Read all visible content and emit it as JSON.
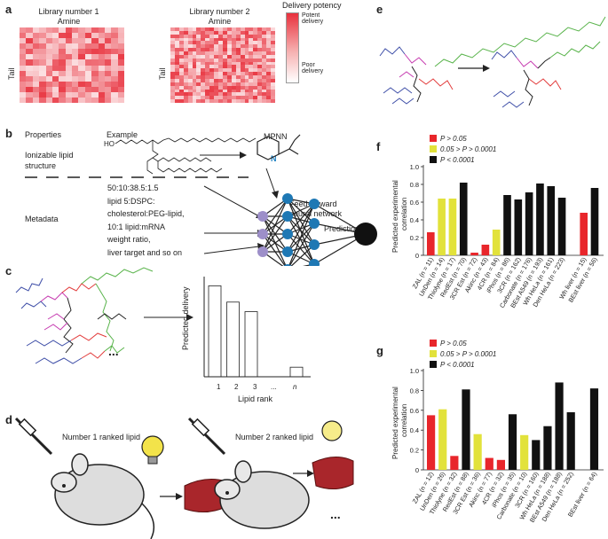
{
  "panels": {
    "a": "a",
    "b": "b",
    "c": "c",
    "d": "d",
    "e": "e",
    "f": "f",
    "g": "g"
  },
  "panel_a": {
    "lib1_title": "Library number 1",
    "lib1_sub": "Amine",
    "lib2_title": "Library number 2",
    "lib2_sub": "Amine",
    "tail_label": "Tail",
    "legend_title": "Delivery potency",
    "legend_high": "Potent delivery",
    "legend_low": "Poor delivery",
    "colors": {
      "high": "#e8313d",
      "low": "#ffffff"
    }
  },
  "panel_b": {
    "properties": "Properties",
    "example": "Example",
    "ionizable_line1": "Ionizable lipid",
    "ionizable_line2": "structure",
    "metadata": "Metadata",
    "meta_lines": [
      "50:10:38.5:1.5",
      "lipid 5:DSPC:",
      "cholesterol:PEG-lipid,",
      "10:1 lipid:mRNA",
      "weight ratio,",
      "liver target and so on"
    ],
    "mpnn": "MPNN",
    "ffnn_line1": "Feed-forward",
    "ffnn_line2": "neural network",
    "prediction": "Prediction",
    "nitrogen": "N",
    "hydroxyl": "HO"
  },
  "panel_c": {
    "ylabel": "Predicted delivery",
    "xlabel": "Lipid rank",
    "ticks": [
      "1",
      "2",
      "3",
      "...",
      "n"
    ],
    "ellipsis": "...",
    "chart_data": {
      "type": "bar",
      "categories": [
        "1",
        "2",
        "3",
        "...",
        "n"
      ],
      "values": [
        0.95,
        0.78,
        0.68,
        null,
        0.1
      ],
      "ylabel": "Predicted delivery",
      "xlabel": "Lipid rank"
    }
  },
  "panel_d": {
    "rank1": "Number 1 ranked lipid",
    "rank2": "Number 2 ranked lipid",
    "ellipsis": "..."
  },
  "panel_f": {
    "legend": [
      "P > 0.05",
      "0.05 > P > 0.0001",
      "P < 0.0001"
    ],
    "colors": {
      "red": "#e8262b",
      "yellow": "#e2e23b",
      "black": "#111111"
    },
    "ylabel_line1": "Predicted experimental",
    "ylabel_line2": "correlation",
    "yticks": [
      "0",
      "0.2",
      "0.4",
      "0.6",
      "0.8",
      "1.0"
    ],
    "chart_data": {
      "type": "bar",
      "ylim": [
        0,
        1.0
      ],
      "categories": [
        "ZAL (n = 11)",
        "UnDen (n = 14)",
        "Thiolyne (n = 17)",
        "RedEst (n = 70)",
        "3CR Est (n = 72)",
        "Akinc (n = 43)",
        "4CR (n = 84)",
        "iPhos (n = 86)",
        "3CR (n = 162)",
        "Carbonate (n = 176)",
        "BEst A549 (n = 193)",
        "Wh HeLa (n = 161)",
        "Den HeLa (n = 223)",
        "",
        "Wh liver (n = 15)",
        "BEst liver (n = 56)"
      ],
      "values": [
        0.26,
        0.64,
        0.64,
        0.82,
        0.03,
        0.12,
        0.29,
        0.68,
        0.63,
        0.71,
        0.81,
        0.78,
        0.65,
        null,
        0.48,
        0.76
      ],
      "colors": [
        "red",
        "yellow",
        "yellow",
        "black",
        "red",
        "red",
        "yellow",
        "black",
        "black",
        "black",
        "black",
        "black",
        "black",
        null,
        "red",
        "black"
      ]
    }
  },
  "panel_g": {
    "legend": [
      "P > 0.05",
      "0.05 > P > 0.0001",
      "P < 0.0001"
    ],
    "ylabel_line1": "Predicted experimental",
    "ylabel_line2": "correlation",
    "yticks": [
      "0",
      "0.2",
      "0.4",
      "0.6",
      "0.8",
      "1.0"
    ],
    "chart_data": {
      "type": "bar",
      "ylim": [
        0,
        1.0
      ],
      "categories": [
        "ZAL (n = 12)",
        "UnDen (n = 26)",
        "Thiolyne (n = 32)",
        "RedEst (n = 88)",
        "3CR Est (n = 36)",
        "Akinc (n = 77)",
        "4CR (n = 32)",
        "iPhos (n = 35)",
        "Carbonate (n = 10)",
        "3CR (n = 160)",
        "Wh HeLa (n = 188)",
        "BEst A549 (n = 188)",
        "Den HeLa (n = 252)",
        "",
        "BEst liver (n = 64)"
      ],
      "values": [
        0.55,
        0.61,
        0.14,
        0.81,
        0.36,
        0.12,
        0.1,
        0.56,
        0.35,
        0.3,
        0.44,
        0.88,
        0.58,
        null,
        0.82
      ],
      "colors": [
        "red",
        "yellow",
        "red",
        "black",
        "yellow",
        "red",
        "red",
        "black",
        "yellow",
        "black",
        "black",
        "black",
        "black",
        null,
        "black"
      ]
    }
  }
}
